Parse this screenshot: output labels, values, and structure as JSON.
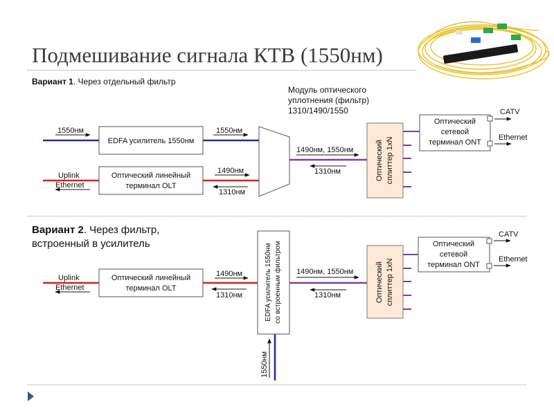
{
  "title": "Подмешивание сигнала КТВ (1550нм)",
  "variant1": {
    "label": "Вариант 1",
    "desc": ". Через отдельный фильтр",
    "module_note": "Модуль оптического уплотнения (фильтр) 1310/1490/1550",
    "input_1550": "1550нм",
    "edfa": "EDFA усилитель 1550нм",
    "out_1550": "1550нм",
    "uplink": "Uplink",
    "ethernet_in": "Ethernet",
    "olt_line1": "Оптический линейный",
    "olt_line2": "терминал OLT",
    "olt_1490": "1490нм",
    "olt_1310": "1310нм",
    "mix_label": "1490нм, 1550нм",
    "return_1310": "1310нм",
    "splitter_line1": "Оптический",
    "splitter_line2": "сплиттер 1xN",
    "ont_line1": "Оптический",
    "ont_line2": "сетевой",
    "ont_line3": "терминал ONT",
    "catv": "CATV",
    "ethernet_out": "Ethernet"
  },
  "variant2": {
    "label": "Вариант 2",
    "desc": ". Через фильтр, встроенный в усилитель",
    "uplink": "Uplink",
    "ethernet_in": "Ethernet",
    "olt_line1": "Оптический линейный",
    "olt_line2": "терминал OLT",
    "olt_1490": "1490нм",
    "olt_1310": "1310нм",
    "edfa_line1": "EDFA усилитель 1550нм",
    "edfa_line2": "со встроенным фильтром",
    "mix_label": "1490нм, 1550нм",
    "return_1310": "1310нм",
    "splitter_line1": "Оптический",
    "splitter_line2": "сплиттер 1xN",
    "ont_line1": "Оптический",
    "ont_line2": "сетевой",
    "ont_line3": "терминал ONT",
    "catv": "CATV",
    "ethernet_out": "Ethernet",
    "input_1550": "1550нм"
  },
  "colors": {
    "blue": "#1f2f9b",
    "red": "#d42020",
    "purple": "#7b3f9a",
    "box_border": "#555555",
    "splitter_fill": "#fde9d6"
  },
  "icons": {
    "photo": "fiber-optic-cable-photo",
    "bullet": "triangle-bullet-icon"
  }
}
